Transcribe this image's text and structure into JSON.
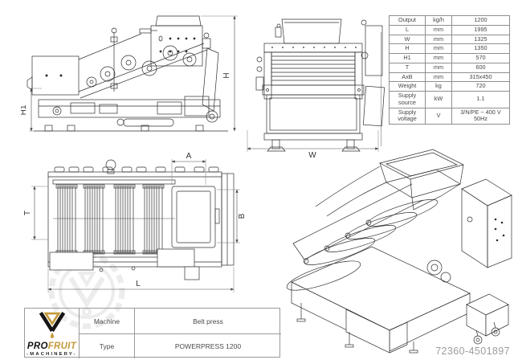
{
  "sheet": {
    "part_number": "72360-4501897"
  },
  "spec_table": {
    "rows": [
      {
        "param": "Output",
        "unit": "kg/h",
        "value": "1200"
      },
      {
        "param": "L",
        "unit": "mm",
        "value": "1995"
      },
      {
        "param": "W",
        "unit": "mm",
        "value": "1325"
      },
      {
        "param": "H",
        "unit": "mm",
        "value": "1350"
      },
      {
        "param": "H1",
        "unit": "mm",
        "value": "570"
      },
      {
        "param": "T",
        "unit": "mm",
        "value": "600"
      },
      {
        "param": "AxB",
        "unit": "mm",
        "value": "315x450"
      },
      {
        "param": "Weight",
        "unit": "kg",
        "value": "720"
      },
      {
        "param": "Supply source",
        "unit": "kW",
        "value": "1.1"
      },
      {
        "param": "Supply voltage",
        "unit": "V",
        "value": "3/N/PE ~ 400 V 50Hz"
      }
    ]
  },
  "views": {
    "side": {
      "dim_h1": "H1",
      "dim_h": "H"
    },
    "front": {
      "dim_w": "W"
    },
    "top": {
      "dim_a": "A",
      "dim_t": "T",
      "dim_b": "B",
      "dim_l": "L"
    }
  },
  "title_block": {
    "machine_label": "Machine",
    "machine_value": "Belt press",
    "type_label": "Type",
    "type_value": "POWERPRESS 1200"
  },
  "logo": {
    "brand_black": "PRO",
    "brand_gold": "FRUIT",
    "subtitle": "-MACHINERY-"
  },
  "colors": {
    "line": "#2e2e2e",
    "table_border": "#8f8f8f",
    "text": "#474747",
    "gold": "#c49a3c",
    "black": "#151515",
    "part_number": "#9c9c9c",
    "watermark": "#ececec"
  }
}
